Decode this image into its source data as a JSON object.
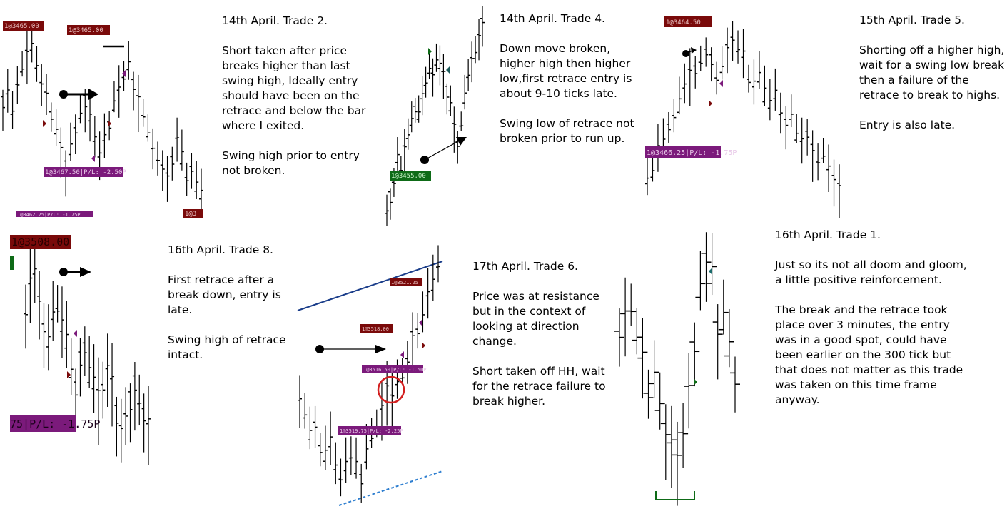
{
  "notes": [
    {
      "id": "trade2",
      "title": "14th April. Trade 2.",
      "lines": [
        "Short taken after price",
        "breaks higher than last",
        "swing high, Ideally entry",
        "should have been on the",
        "retrace and below the bar",
        "where I exited.",
        "",
        "Swing high prior to entry",
        "not broken."
      ]
    },
    {
      "id": "trade4",
      "title": "14th April. Trade 4.",
      "lines": [
        "Down move broken,",
        "higher high then higher",
        "low,first retrace entry is",
        "about 9-10 ticks late.",
        "",
        "Swing low of retrace not",
        "broken prior to run up."
      ]
    },
    {
      "id": "trade5",
      "title": "15th April. Trade 5.",
      "lines": [
        "Shorting off a higher high,",
        "wait for a swing low break",
        "then a failure of the",
        "retrace to break to highs.",
        "",
        "Entry is also late."
      ]
    },
    {
      "id": "trade8",
      "title": "16th April. Trade 8.",
      "lines": [
        "First retrace after a",
        "break down, entry is",
        "late.",
        "",
        "Swing high of retrace",
        "intact."
      ]
    },
    {
      "id": "trade6",
      "title": "17th April. Trade 6.",
      "lines": [
        "Price was at resistance",
        "but in the context of",
        "looking at direction",
        "change.",
        "",
        "Short taken off HH, wait",
        "for the retrace failure to",
        "break higher."
      ]
    },
    {
      "id": "trade1",
      "title": "16th April. Trade 1.",
      "lines": [
        "Just so its not all doom and gloom,",
        "a little positive reinforcement.",
        "",
        "The break and the retrace took",
        "place over 3 minutes, the entry",
        "was in a good spot, could have",
        "been earlier on the 300 tick but",
        "that does not matter as this trade",
        "was taken on this time frame",
        "anyway."
      ]
    }
  ],
  "chart_data": [
    {
      "type": "ohlc",
      "panel": "trade2",
      "order_labels": [
        "1@3465.00",
        "1@3465.00",
        "1@3467.50|P/L: -2.50P",
        "1@3462.25|P/L: -1.75P",
        "1@3"
      ],
      "series": [
        {
          "values": [
            3462,
            3463,
            3461,
            3464,
            3466,
            3467,
            3468,
            3466,
            3464,
            3463,
            3461,
            3459,
            3457,
            3455,
            3457,
            3459,
            3461,
            3462,
            3460,
            3458,
            3456,
            3458,
            3460,
            3462,
            3463,
            3465,
            3466,
            3464,
            3462,
            3461,
            3459,
            3457,
            3456,
            3455,
            3454,
            3456,
            3458,
            3456,
            3454,
            3455,
            3453,
            3452
          ]
        }
      ]
    },
    {
      "type": "ohlc",
      "panel": "trade4",
      "order_labels": [
        "1@3455.00"
      ],
      "series": [
        {
          "values": [
            3449,
            3451,
            3453,
            3456,
            3455,
            3457,
            3459,
            3461,
            3463,
            3462,
            3464,
            3466,
            3468,
            3467,
            3469,
            3468,
            3467,
            3465,
            3463,
            3460,
            3458,
            3461,
            3464,
            3467,
            3469,
            3470,
            3472,
            3474
          ]
        }
      ]
    },
    {
      "type": "ohlc",
      "panel": "trade5",
      "order_labels": [
        "1@3464.50",
        "1@3466.25|P/L: -1.75P"
      ],
      "series": [
        {
          "values": [
            3452,
            3453,
            3455,
            3456,
            3458,
            3459,
            3460,
            3462,
            3463,
            3464,
            3465,
            3466,
            3465,
            3463,
            3464,
            3466,
            3467,
            3466,
            3465,
            3463,
            3462,
            3463,
            3461,
            3460,
            3461,
            3459,
            3458,
            3459,
            3457,
            3456,
            3457,
            3455,
            3454,
            3455,
            3453,
            3452,
            3451
          ]
        }
      ]
    },
    {
      "type": "ohlc",
      "panel": "trade8",
      "order_labels": [
        "1@3508.00",
        "75|P/L: -1.75P"
      ],
      "series": [
        {
          "values": [
            3505,
            3507,
            3508,
            3506,
            3504,
            3503,
            3505,
            3506,
            3504,
            3503,
            3501,
            3500,
            3502,
            3503,
            3501,
            3500,
            3499,
            3500,
            3501,
            3500,
            3498,
            3497,
            3498,
            3499,
            3500,
            3499,
            3498,
            3497
          ]
        }
      ]
    },
    {
      "type": "ohlc",
      "panel": "trade6",
      "order_labels": [
        "1@3521.25",
        "1@3518.00",
        "1@3516.50|P/L: -1.50P",
        "1@3519.75|P/L: -2.25P"
      ],
      "series": [
        {
          "values": [
            3514,
            3513,
            3511,
            3512,
            3510,
            3509,
            3510,
            3508,
            3507,
            3508,
            3509,
            3508,
            3507,
            3509,
            3511,
            3512,
            3513,
            3515,
            3514,
            3516,
            3517,
            3518,
            3520,
            3521,
            3522,
            3524,
            3525,
            3527
          ]
        }
      ]
    },
    {
      "type": "ohlc",
      "panel": "trade1",
      "order_labels": [],
      "series": [
        {
          "values": [
            3480,
            3481,
            3482,
            3480,
            3478,
            3476,
            3477,
            3475,
            3473,
            3472,
            3471,
            3473,
            3476,
            3479,
            3483,
            3485,
            3484,
            3480,
            3481,
            3479,
            3477
          ]
        }
      ]
    }
  ],
  "colors": {
    "order_red": "#7a0a0a",
    "order_purple": "#7b1a7b",
    "order_green": "#0e6b17",
    "trendline": "#1a3d8a",
    "trendline_dashed": "#2f7fd0",
    "circle": "#d32020",
    "swing_underline": "#0e6b17"
  }
}
